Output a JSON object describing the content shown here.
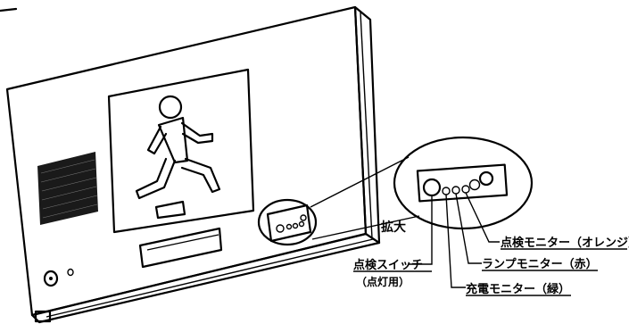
{
  "labels": {
    "zoom": "拡大",
    "inspect_switch": "点検スイッチ",
    "inspect_switch_sub": "（点灯用）",
    "charge_monitor": "充電モニター（緑）",
    "lamp_monitor": "ランプモニター（赤）",
    "inspect_monitor": "点検モニター（オレンジ）"
  }
}
